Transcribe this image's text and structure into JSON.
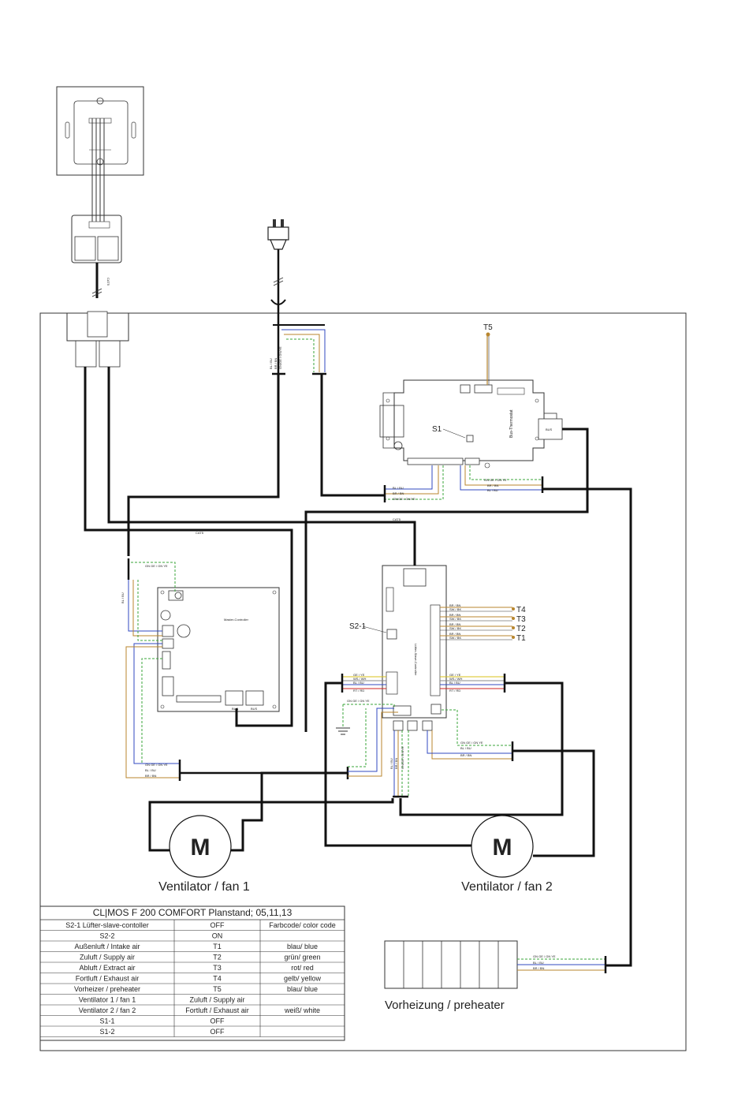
{
  "components": {
    "sensor_label": "T5",
    "bus_thermostat": "Bus-Thermostat",
    "bus_box": "BUS",
    "s1": "S1",
    "s2_1": "S2-1",
    "master": "Master-Controller",
    "slave": "Lüfter-Slave-Controller",
    "t4": "T4",
    "t3": "T3",
    "t2": "T2",
    "t1": "T1",
    "cat5": "CAT5",
    "bus_left": "BUS",
    "bus_right": "BUS",
    "motor": "M",
    "fan1": "Ventilator / fan 1",
    "fan2": "Ventilator / fan 2",
    "preheater": "Vorheizung / preheater"
  },
  "wires": {
    "gn_ge": "GN GE / GN YE",
    "gn_ge_short": "GN/GE / GN/YE",
    "bl_bu": "BL / BU",
    "br_bn": "BR / BN",
    "sw_bk": "SW / BK",
    "ws_wh": "WS / WH",
    "rt_rd": "RT / RD",
    "ge_ye": "GE / YE"
  },
  "legend": {
    "title": "CL|MOS F 200 COMFORT Planstand; 05,11,13",
    "rows": [
      [
        "S2-1 Lüfter-slave-contoller",
        "OFF",
        "Farbcode/ color code"
      ],
      [
        "S2-2",
        "ON",
        ""
      ],
      [
        "Außenluft / Intake air",
        "T1",
        "blau/ blue"
      ],
      [
        "Zuluft / Supply air",
        "T2",
        "grün/ green"
      ],
      [
        "Abluft / Extract air",
        "T3",
        "rot/ red"
      ],
      [
        "Fortluft / Exhaust air",
        "T4",
        "gelb/ yellow"
      ],
      [
        "Vorheizer / preheater",
        "T5",
        "blau/ blue"
      ],
      [
        "Ventilator 1 / fan 1",
        "Zuluft / Supply air",
        ""
      ],
      [
        "Ventilator 2 / fan 2",
        "Fortluft / Exhaust air",
        "weiß/ white"
      ],
      [
        "S1-1",
        "OFF",
        ""
      ],
      [
        "S1-2",
        "OFF",
        ""
      ]
    ]
  },
  "colors": {
    "line": "#111111",
    "green": "#3aa63a",
    "blue": "#3049c0",
    "brown": "#b8862e",
    "yellow": "#d8c21a",
    "red": "#cc2222"
  }
}
